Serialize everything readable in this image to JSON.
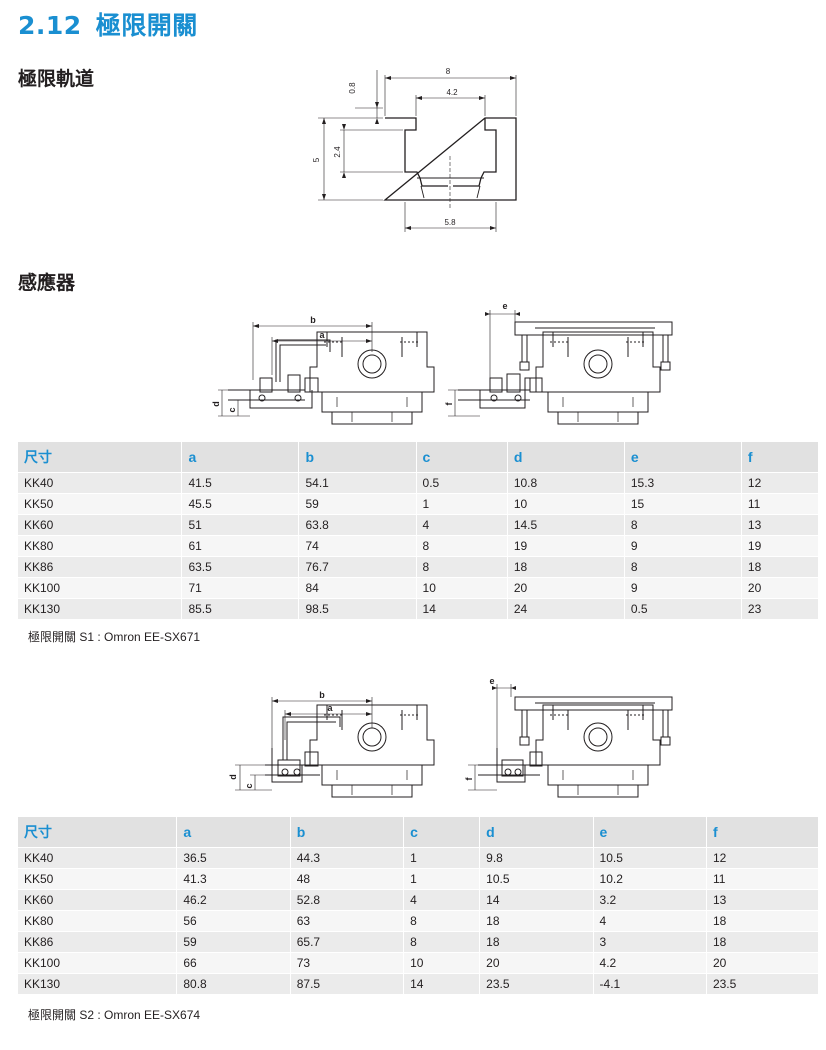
{
  "heading": {
    "number": "2.12",
    "text": "極限開關"
  },
  "rail_section": {
    "title": "極限軌道"
  },
  "rail_dims": {
    "width_total": "8",
    "width_top": "4.2",
    "width_bottom": "5.8",
    "height_total": "5",
    "height_mid": "2.4",
    "height_top": "0.8"
  },
  "sensor_section": {
    "title": "感應器"
  },
  "dim_letters": {
    "a": "a",
    "b": "b",
    "c": "c",
    "d": "d",
    "e": "e",
    "f": "f"
  },
  "table1": {
    "headers": [
      "尺寸",
      "a",
      "b",
      "c",
      "d",
      "e",
      "f"
    ],
    "rows": [
      [
        "KK40",
        "41.5",
        "54.1",
        "0.5",
        "10.8",
        "15.3",
        "12"
      ],
      [
        "KK50",
        "45.5",
        "59",
        "1",
        "10",
        "15",
        "11"
      ],
      [
        "KK60",
        "51",
        "63.8",
        "4",
        "14.5",
        "8",
        "13"
      ],
      [
        "KK80",
        "61",
        "74",
        "8",
        "19",
        "9",
        "19"
      ],
      [
        "KK86",
        "63.5",
        "76.7",
        "8",
        "18",
        "8",
        "18"
      ],
      [
        "KK100",
        "71",
        "84",
        "10",
        "20",
        "9",
        "20"
      ],
      [
        "KK130",
        "85.5",
        "98.5",
        "14",
        "24",
        "0.5",
        "23"
      ]
    ],
    "caption": "極限開關 S1 : Omron EE-SX671"
  },
  "table2": {
    "headers": [
      "尺寸",
      "a",
      "b",
      "c",
      "d",
      "e",
      "f"
    ],
    "rows": [
      [
        "KK40",
        "36.5",
        "44.3",
        "1",
        "9.8",
        "10.5",
        "12"
      ],
      [
        "KK50",
        "41.3",
        "48",
        "1",
        "10.5",
        "10.2",
        "11"
      ],
      [
        "KK60",
        "46.2",
        "52.8",
        "4",
        "14",
        "3.2",
        "13"
      ],
      [
        "KK80",
        "56",
        "63",
        "8",
        "18",
        "4",
        "18"
      ],
      [
        "KK86",
        "59",
        "65.7",
        "8",
        "18",
        "3",
        "18"
      ],
      [
        "KK100",
        "66",
        "73",
        "10",
        "20",
        "4.2",
        "20"
      ],
      [
        "KK130",
        "80.8",
        "87.5",
        "14",
        "23.5",
        "-4.1",
        "23.5"
      ]
    ],
    "caption": "極限開關 S2 : Omron EE-SX674"
  }
}
